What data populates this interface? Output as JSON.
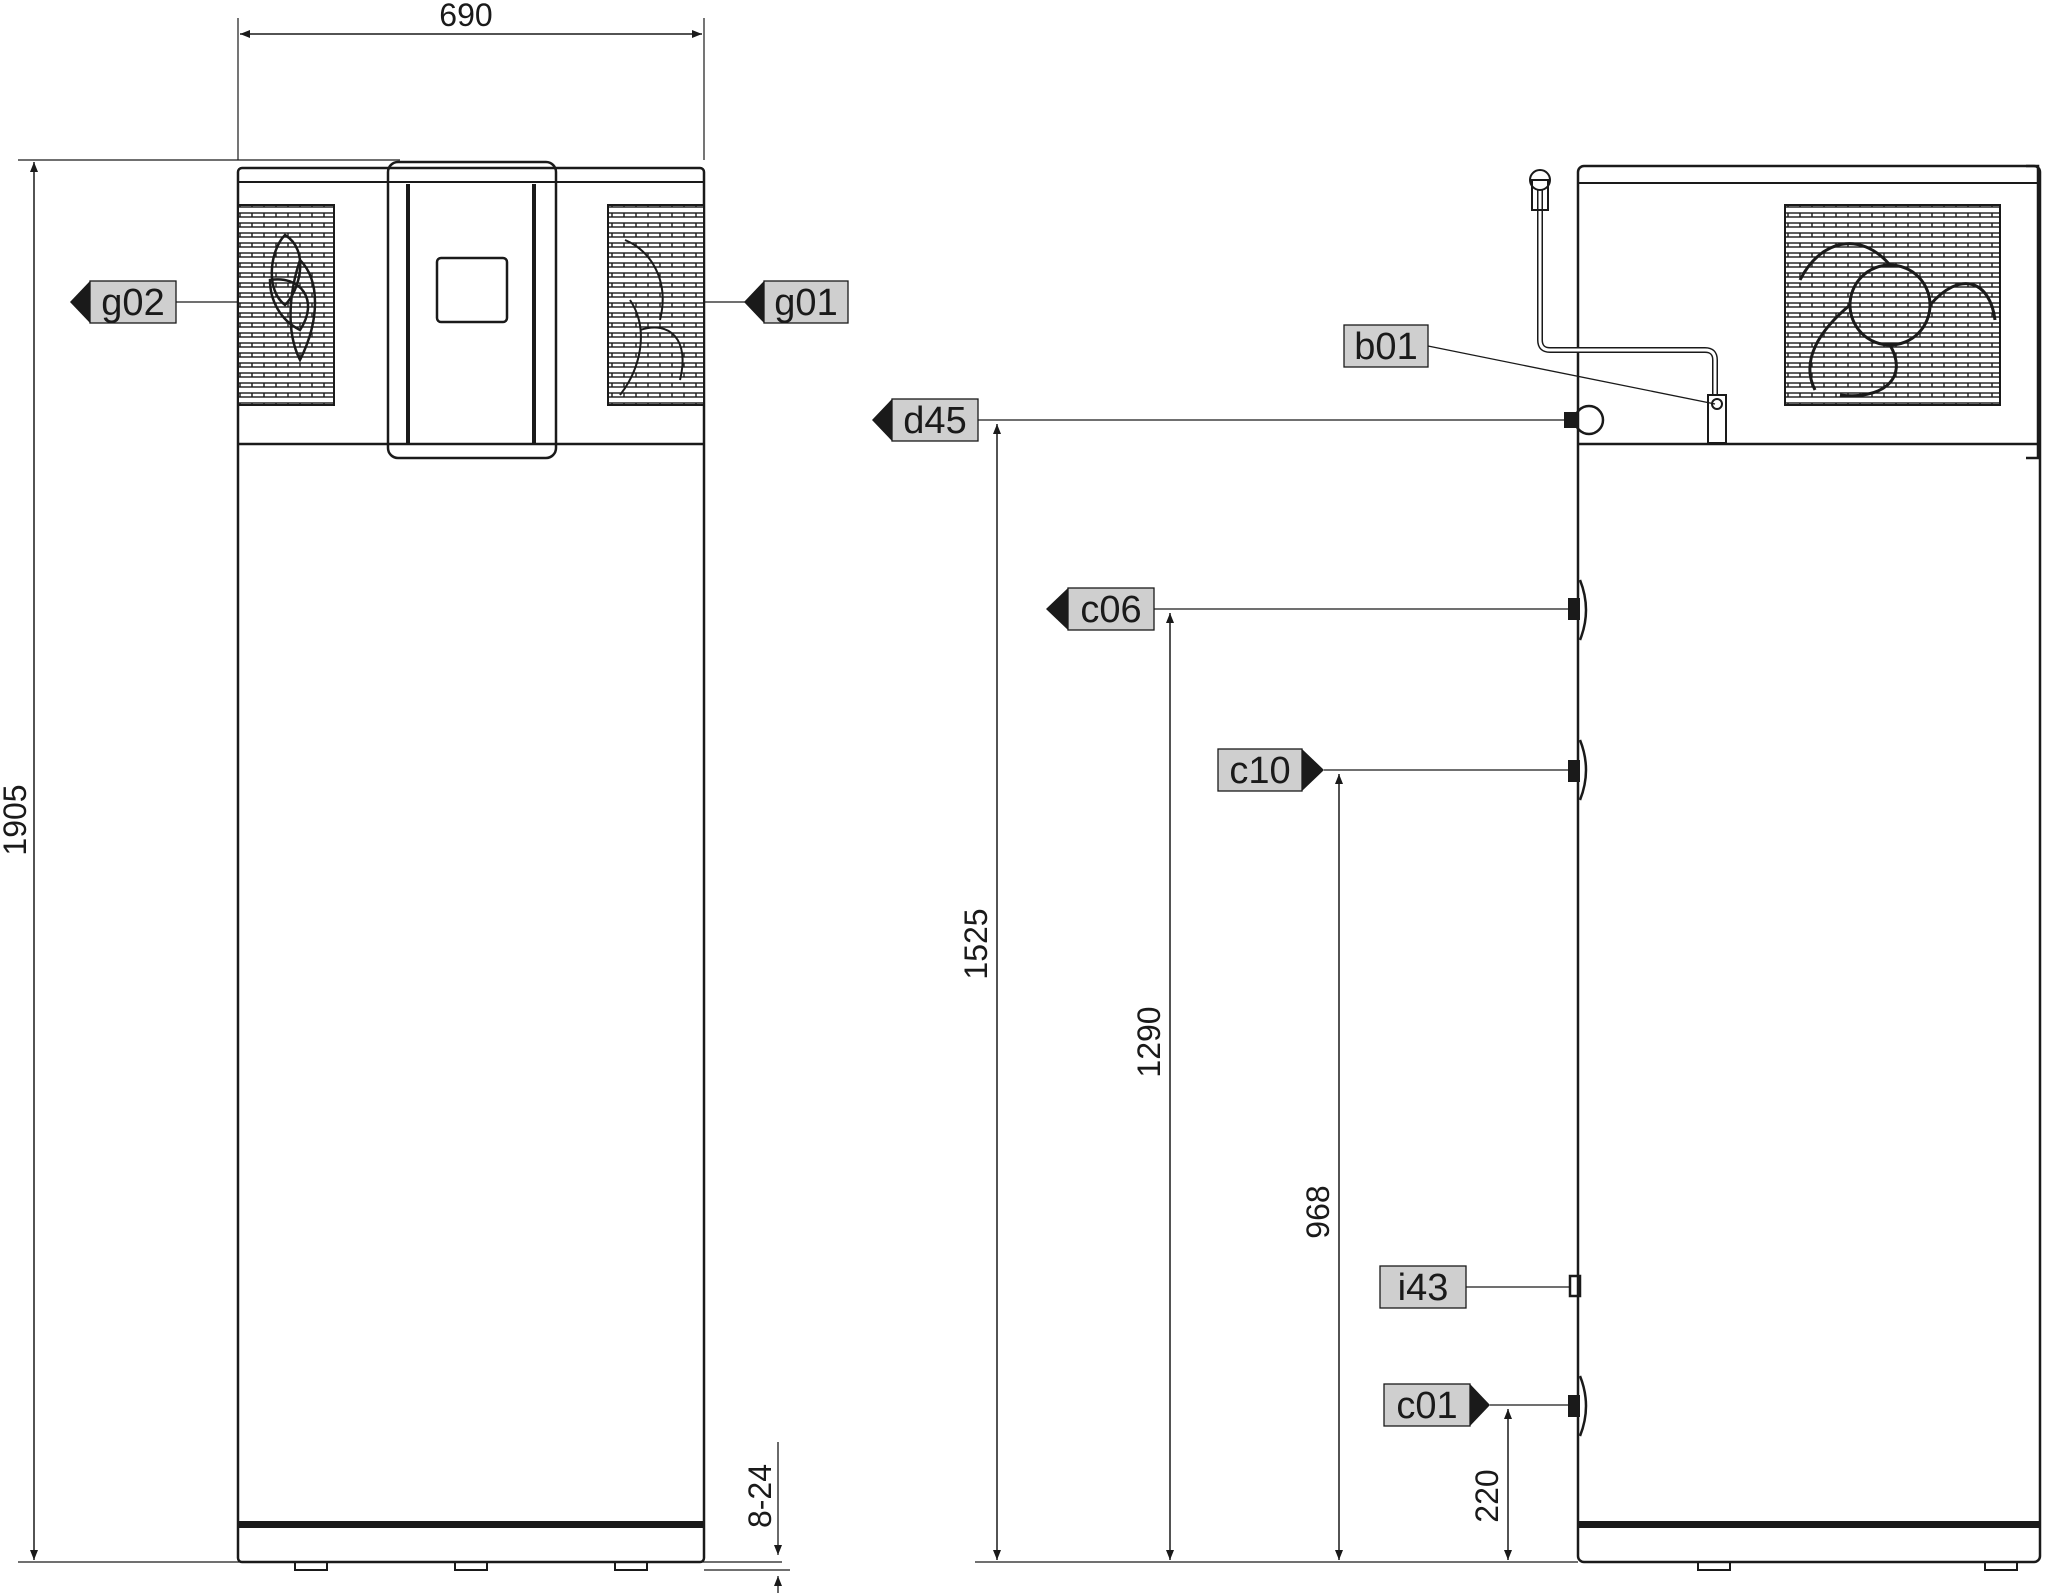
{
  "dimensions": {
    "width_top": "690",
    "height_total": "1905",
    "feet": "8-24",
    "h_d45": "1525",
    "h_c06": "1290",
    "h_c10": "968",
    "h_c01": "220"
  },
  "labels": {
    "g02": "g02",
    "g01": "g01",
    "b01": "b01",
    "d45": "d45",
    "c06": "c06",
    "c10": "c10",
    "i43": "i43",
    "c01": "c01"
  },
  "colors": {
    "line": "#1a1a1a",
    "label_fill": "#cfcfcf",
    "background": "#ffffff"
  }
}
